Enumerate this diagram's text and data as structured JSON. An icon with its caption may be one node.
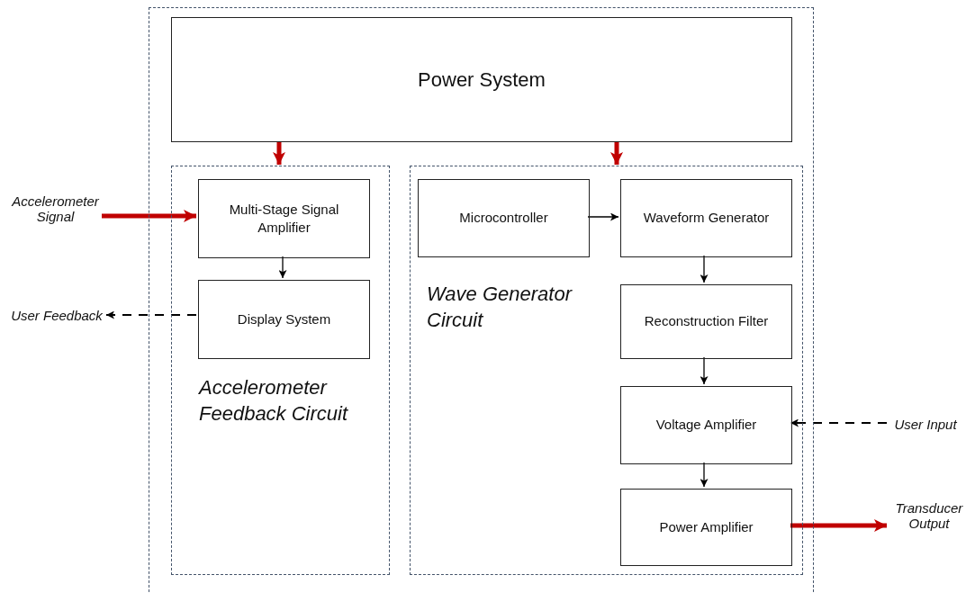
{
  "diagram": {
    "nodes": [
      {
        "text": [],
        "shape": "box"
      },
      {
        "text": [
          "Power System"
        ],
        "in": 0
      },
      {
        "text": [
          "Accelerometer Feedback Circuit"
        ],
        "in": 0
      },
      {
        "text": [
          "Multi-Stage Signal Amplifier"
        ],
        "in": 2
      },
      {
        "text": [
          "Display System"
        ],
        "in": 2
      },
      {
        "text": [
          "Wave Generator Circuit"
        ],
        "in": 0
      },
      {
        "text": [
          "Microcontroller"
        ],
        "in": 5
      },
      {
        "text": [
          "Waveform Generator"
        ],
        "in": 5
      },
      {
        "text": [
          "Reconstruction Filter"
        ],
        "in": 5
      },
      {
        "text": [
          "Voltage Amplifier"
        ],
        "in": 5
      },
      {
        "text": [
          "Power Amplifier"
        ],
        "in": 5
      },
      {
        "text": [
          "Accelerometer Signal"
        ]
      },
      {
        "text": [
          "User Feedback"
        ]
      },
      {
        "text": [
          "User Input"
        ]
      },
      {
        "text": [
          "Transducer Output"
        ]
      }
    ],
    "edges": [
      {
        "from": 1,
        "to": 2,
        "arrow": "to",
        "style": "thick",
        "color": "#c00000"
      },
      {
        "from": 1,
        "to": 5,
        "arrow": "to",
        "style": "thick",
        "color": "#c00000"
      },
      {
        "from": 11,
        "to": 3,
        "arrow": "to",
        "style": "thick",
        "color": "#c00000"
      },
      {
        "from": 3,
        "to": 4,
        "arrow": "to"
      },
      {
        "from": 4,
        "to": 12,
        "arrow": "to",
        "style": "dashed"
      },
      {
        "from": 6,
        "to": 7,
        "arrow": "to"
      },
      {
        "from": 7,
        "to": 8,
        "arrow": "to"
      },
      {
        "from": 8,
        "to": 9,
        "arrow": "to"
      },
      {
        "from": 9,
        "to": 10,
        "arrow": "to"
      },
      {
        "from": 13,
        "to": 9,
        "arrow": "to",
        "style": "dashed"
      },
      {
        "from": 10,
        "to": 14,
        "arrow": "to",
        "style": "thick",
        "color": "#c00000"
      }
    ]
  }
}
